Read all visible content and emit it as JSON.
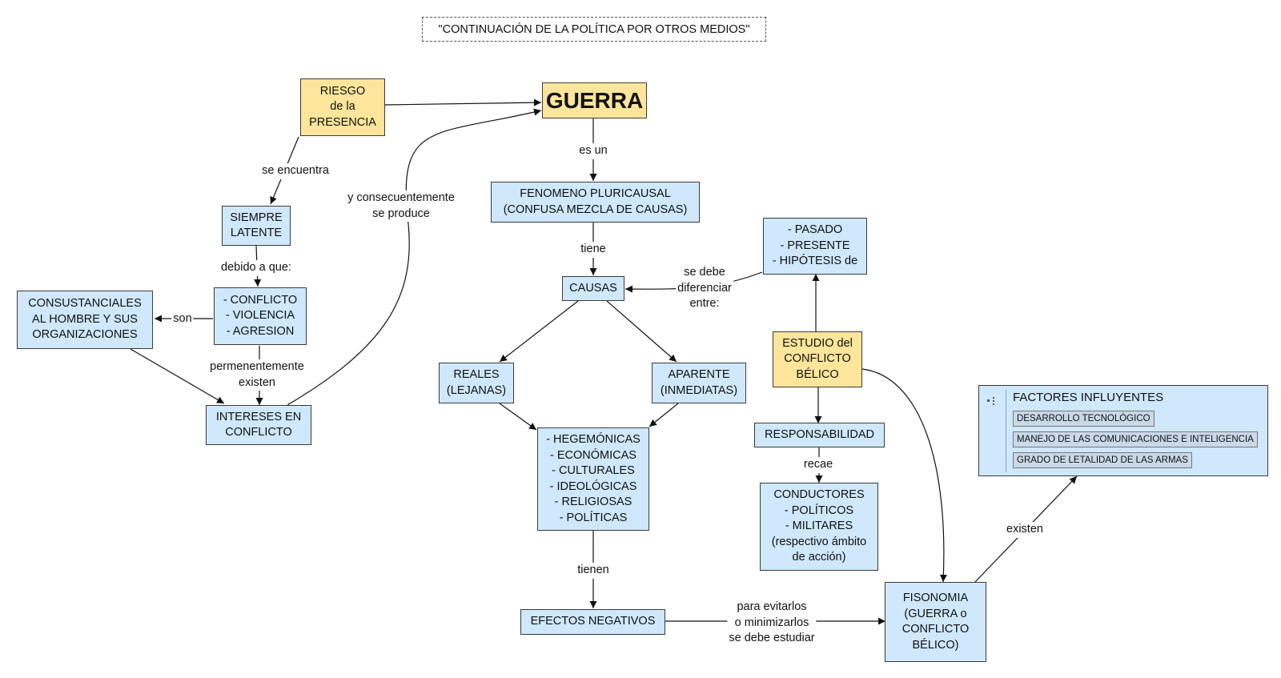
{
  "title": "\"CONTINUACIÓN DE LA POLÍTICA POR OTROS MEDIOS\"",
  "nodes": {
    "guerra": "GUERRA",
    "riesgo": "RIESGO\nde la\nPRESENCIA",
    "siempre": "SIEMPRE\nLATENTE",
    "conflicto": "- CONFLICTO\n- VIOLENCIA\n- AGRESION",
    "consustanciales": "CONSUSTANCIALES\nAL HOMBRE Y SUS\nORGANIZACIONES",
    "intereses": "INTERESES EN\nCONFLICTO",
    "fenomeno": "FENOMENO PLURICAUSAL\n(CONFUSA MEZCLA DE CAUSAS)",
    "causas": "CAUSAS",
    "reales": "REALES\n(LEJANAS)",
    "aparente": "APARENTE\n(INMEDIATAS)",
    "hegemonicas": "- HEGEMÓNICAS\n- ECONÓMICAS\n- CULTURALES\n- IDEOLÓGICAS\n- RELIGIOSAS\n- POLÍTICAS",
    "efectos": "EFECTOS NEGATIVOS",
    "pasado": "- PASADO\n- PRESENTE\n- HIPÓTESIS de",
    "estudio": "ESTUDIO del\nCONFLICTO\nBÉLICO",
    "responsabilidad": "RESPONSABILIDAD",
    "conductores": "CONDUCTORES\n- POLÍTICOS\n- MILITARES\n(respectivo ámbito\nde acción)",
    "fisonomia": "FISONOMIA\n(GUERRA o\nCONFLICTO\nBÉLICO)"
  },
  "labels": {
    "se_encuentra": "se encuentra",
    "debido": "debido a que:",
    "son": "son",
    "permanentemente": "permenentemente\nexisten",
    "consecuentemente": "y consecuentemente\nse produce",
    "es_un": "es un",
    "tiene": "tiene",
    "diferenciar": "se debe\ndiferenciar\nentre:",
    "tienen": "tienen",
    "evitarlos": "para evitarlos\no minimizarlos\nse debe estudiar",
    "recae": "recae",
    "existen": "existen"
  },
  "factores": {
    "heading": "FACTORES INFLUYENTES",
    "items": [
      "DESARROLLO TECNOLÓGICO",
      "MANEJO DE LAS COMUNICACIONES E INTELIGENCIA",
      "GRADO DE LETALIDAD DE LAS ARMAS"
    ]
  },
  "colors": {
    "concept_fill": "#cfe8fb",
    "highlight_fill": "#fde59b",
    "line": "#111111"
  }
}
